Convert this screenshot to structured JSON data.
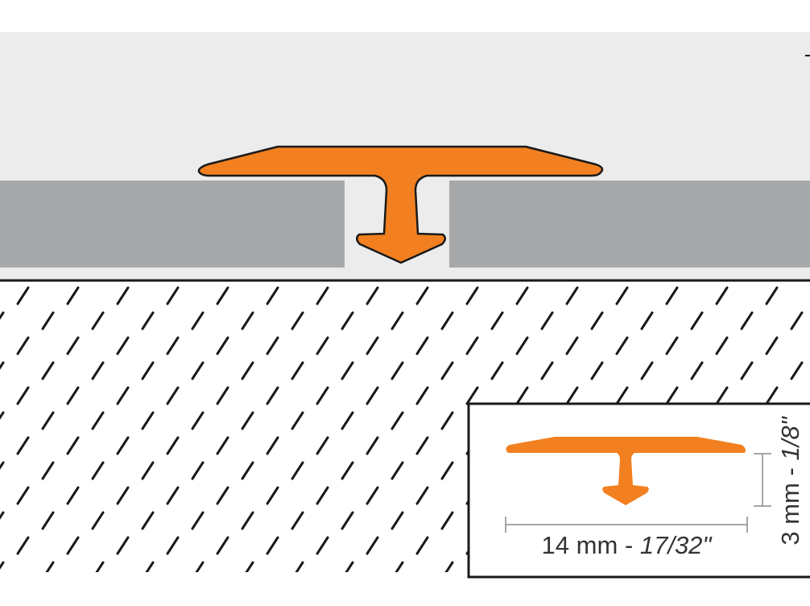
{
  "colors": {
    "profile": "#f28020",
    "profile_outline": "#1a1a1a",
    "covering": "#a7a8aa",
    "background_upper": "#ececec",
    "hatch": "#1a1a1a",
    "dimension_line": "#888888",
    "dimension_text": "#333333"
  },
  "inset": {
    "width_dimension": {
      "metric": "14 mm - ",
      "imperial": "17/32\""
    },
    "height_dimension": {
      "metric": "3 mm - ",
      "imperial": "1/8\""
    }
  }
}
